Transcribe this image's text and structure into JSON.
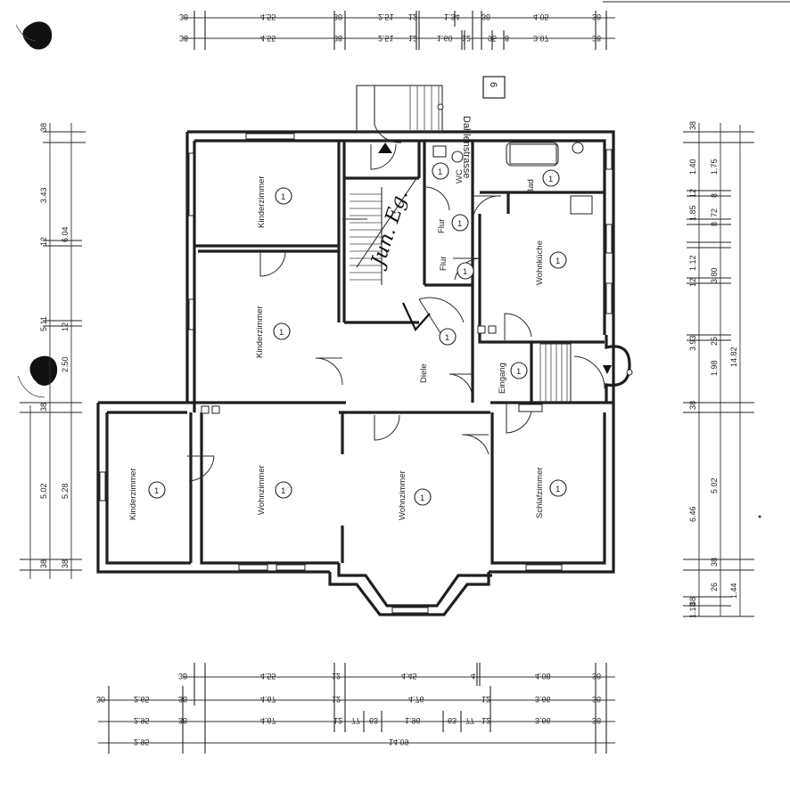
{
  "street": "Dahlenstrasse",
  "house_number": "6",
  "signature": "Jun. Eg.",
  "rooms": [
    {
      "label": "Kinderzimmer",
      "number": "1"
    },
    {
      "label": "Kinderzimmer",
      "number": "1"
    },
    {
      "label": "WC",
      "number": "1"
    },
    {
      "label": "Flur",
      "number": "1"
    },
    {
      "label": "Flur",
      "number": "1"
    },
    {
      "label": "Bad",
      "number": "1"
    },
    {
      "label": "Wohnküche",
      "number": "1"
    },
    {
      "label": "Diele",
      "number": "1"
    },
    {
      "label": "Eingang",
      "number": "1"
    },
    {
      "label": "Kinderzimmer",
      "number": "1"
    },
    {
      "label": "Wohnzimmer",
      "number": "1"
    },
    {
      "label": "Wohnzimmer",
      "number": "1"
    },
    {
      "label": "Schlafzimmer",
      "number": "1"
    }
  ],
  "top_row1": [
    "38",
    "4.55",
    "38",
    "2.51",
    "12",
    "1.34",
    "38",
    "4.05",
    "38"
  ],
  "top_row2": [
    "38",
    "4.55",
    "38",
    "2.51",
    "12",
    "1.60",
    "12",
    "95",
    "8",
    "3.07",
    "38"
  ],
  "left_dims": [
    "38",
    "3.43",
    "12",
    "6.04",
    "5.11",
    "12",
    "2.50",
    "38",
    "5.02",
    "5.28",
    "38",
    "38"
  ],
  "right_dims": [
    "38",
    "1.40",
    "12",
    "1.75",
    "8",
    "1.85",
    "72",
    "8",
    "1.12",
    "12",
    "3.80",
    "3.93",
    "25",
    "1.98",
    "38",
    "14.82",
    "6.46",
    "5.02",
    "38",
    "38",
    "1.18",
    "26",
    "1.44"
  ],
  "bottom_row1": [
    "38",
    "4.55",
    "12",
    "4.45",
    "4",
    "4.08",
    "38"
  ],
  "bottom_row2": [
    "30",
    "2.65",
    "38",
    "4.67",
    "12",
    "4.76",
    "12",
    "3.66",
    "38"
  ],
  "bottom_row3": [
    "2.95",
    "38",
    "4.67",
    "12",
    "77",
    "63",
    "1.96",
    "63",
    "77",
    "12",
    "3.66",
    "38"
  ],
  "bottom_row4": [
    "2.95",
    "14.09"
  ]
}
